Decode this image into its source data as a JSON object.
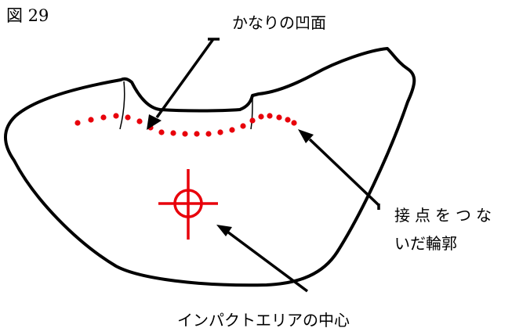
{
  "figure_label": "図 29",
  "labels": {
    "concave": "かなりの凹面",
    "contour_line1": "接点をつな",
    "contour_line2": "いだ輪郭",
    "impact_center": "インパクトエリアの中心"
  },
  "colors": {
    "outline": "#000000",
    "highlight": "#e8000b"
  },
  "icons": {
    "center_marker": "crosshair-icon"
  }
}
